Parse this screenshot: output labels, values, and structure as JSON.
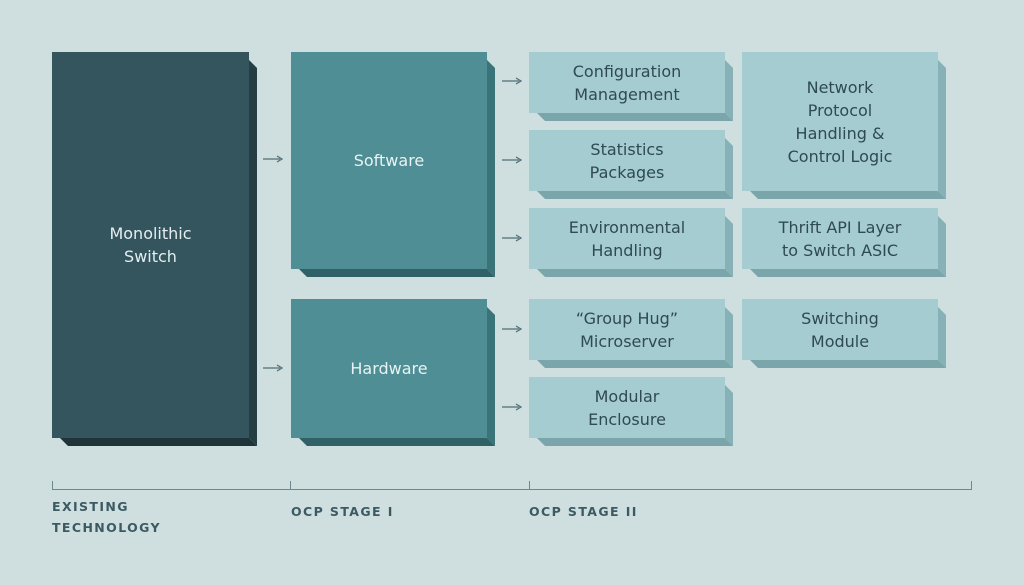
{
  "colors": {
    "background": "#cfdedf",
    "existing_block": "#35555e",
    "stage1_block": "#4e8e94",
    "stage2_block": "#a5ccd1",
    "label_text": "#3b5a62"
  },
  "existing": {
    "monolithic_switch": "Monolithic\nSwitch"
  },
  "stage1": {
    "software": "Software",
    "hardware": "Hardware"
  },
  "stage2": {
    "configuration_management": "Configuration\nManagement",
    "statistics_packages": "Statistics\nPackages",
    "environmental_handling": "Environmental\nHandling",
    "network_protocol": "Network\nProtocol\nHandling &\nControl Logic",
    "thrift_api": "Thrift API Layer\nto Switch ASIC",
    "group_hug": "“Group Hug”\nMicroserver",
    "switching_module": "Switching\nModule",
    "modular_enclosure": "Modular\nEnclosure"
  },
  "axis": {
    "existing_technology": "EXISTING\nTECHNOLOGY",
    "ocp_stage_1": "OCP STAGE I",
    "ocp_stage_2": "OCP STAGE II"
  }
}
